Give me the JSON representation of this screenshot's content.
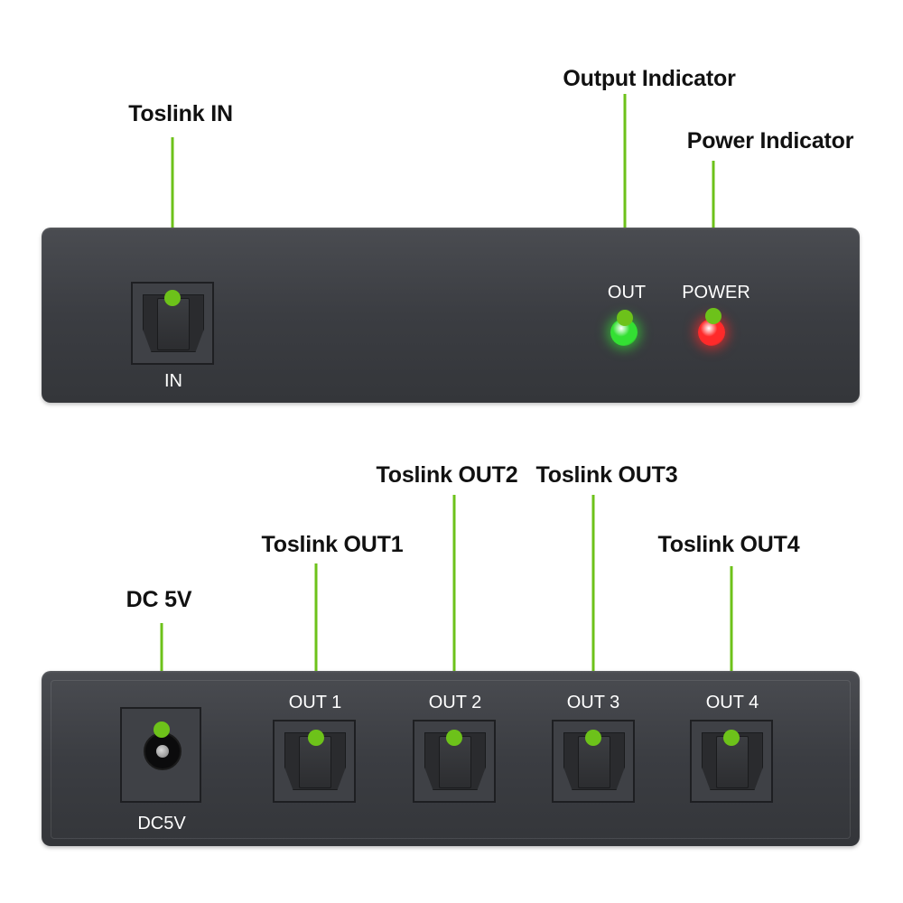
{
  "callouts": {
    "toslink_in": "Toslink IN",
    "output_indicator": "Output Indicator",
    "power_indicator": "Power Indicator",
    "dc_5v": "DC 5V",
    "toslink_out1": "Toslink OUT1",
    "toslink_out2": "Toslink OUT2",
    "toslink_out3": "Toslink OUT3",
    "toslink_out4": "Toslink OUT4"
  },
  "front_panel": {
    "in_label": "IN",
    "out_label": "OUT",
    "power_label": "POWER",
    "out_led_color": "#33e033",
    "power_led_color": "#ff2a2a"
  },
  "rear_panel": {
    "dc_label": "DC5V",
    "out1_label": "OUT 1",
    "out2_label": "OUT 2",
    "out3_label": "OUT 3",
    "out4_label": "OUT 4"
  },
  "colors": {
    "leader_line": "#6dc21a",
    "panel": "#3e4045"
  }
}
